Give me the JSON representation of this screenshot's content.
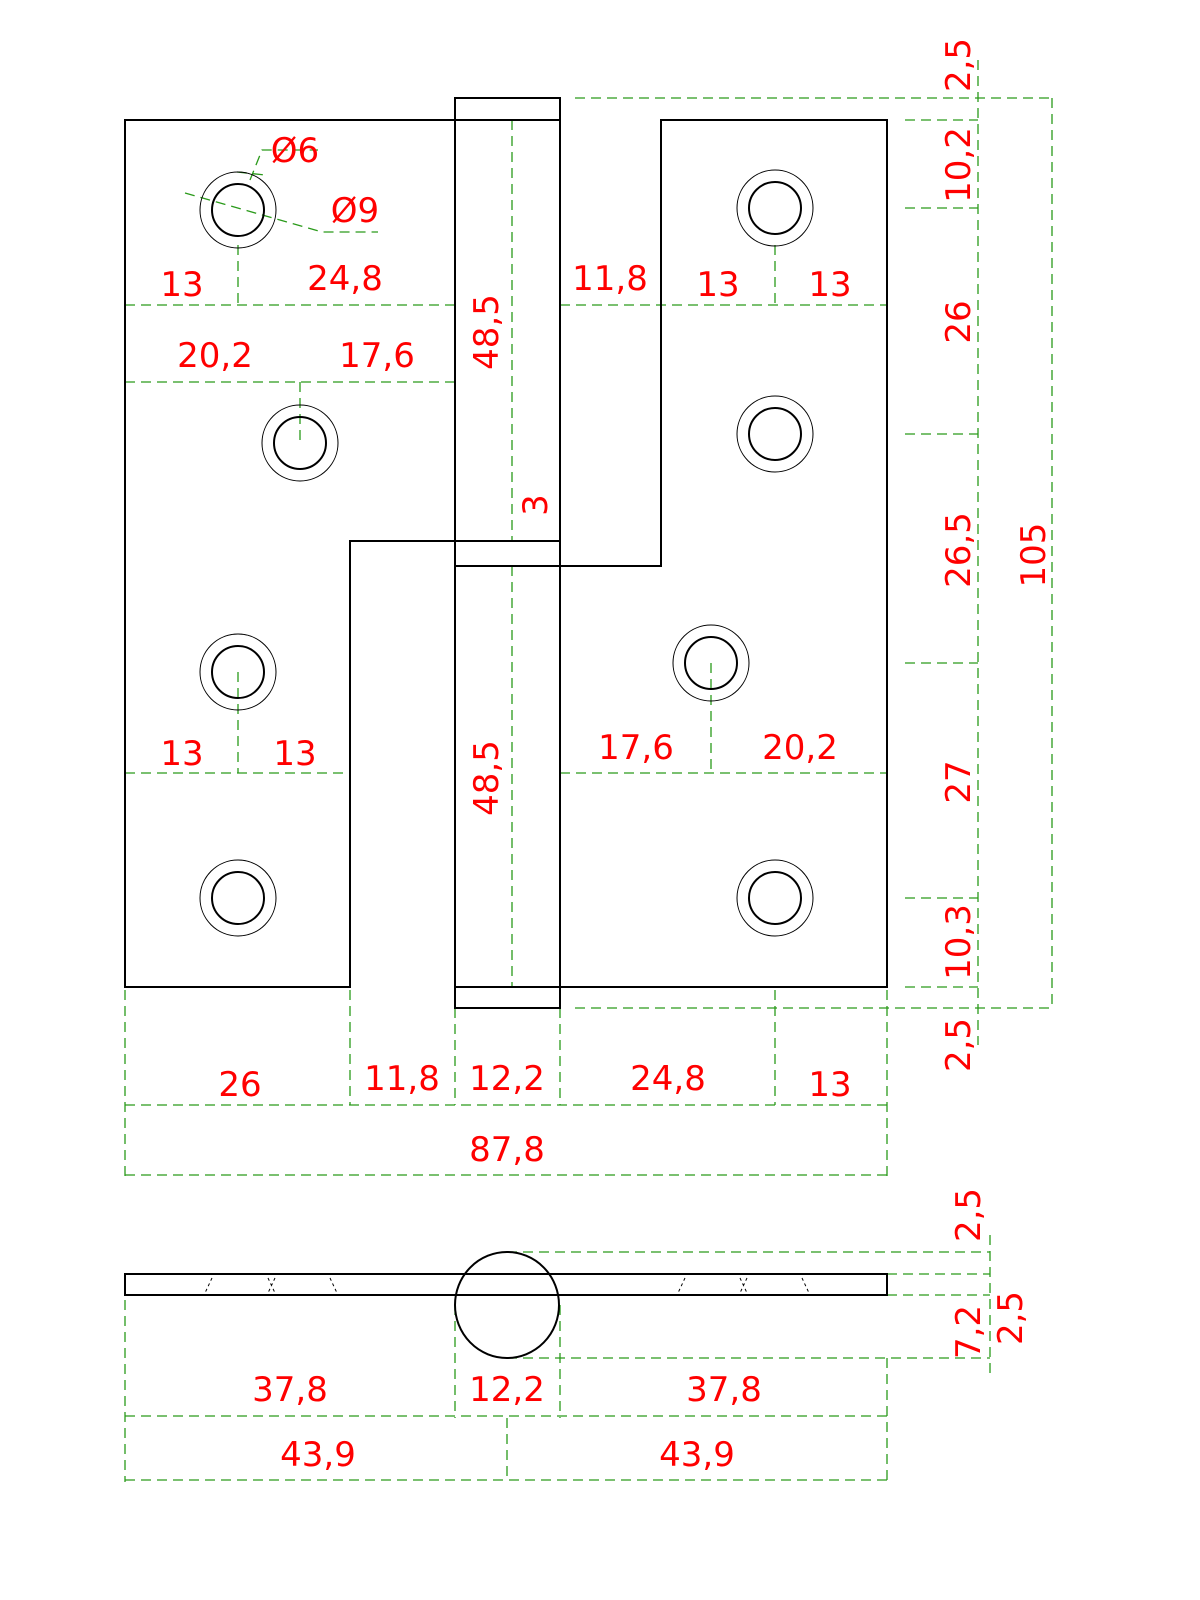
{
  "drawing": {
    "title": "Lift-off hinge dimensioned drawing",
    "line_color": "#000000",
    "dimension_line_color": "#2a9a1a",
    "label_color": "#ff0000"
  },
  "dimensions": [
    "Ø6",
    "Ø9",
    "13",
    "24,8",
    "20,2",
    "17,6",
    "48,5",
    "3",
    "48,5",
    "11,8",
    "13",
    "13",
    "13",
    "13",
    "17,6",
    "20,2",
    "2,5",
    "10,2",
    "26",
    "26,5",
    "105",
    "27",
    "10,3",
    "2,5",
    "26",
    "11,8",
    "12,2",
    "24,8",
    "13",
    "87,8",
    "2,5",
    "2,5",
    "7,2",
    "37,8",
    "12,2",
    "37,8",
    "43,9",
    "43,9"
  ]
}
